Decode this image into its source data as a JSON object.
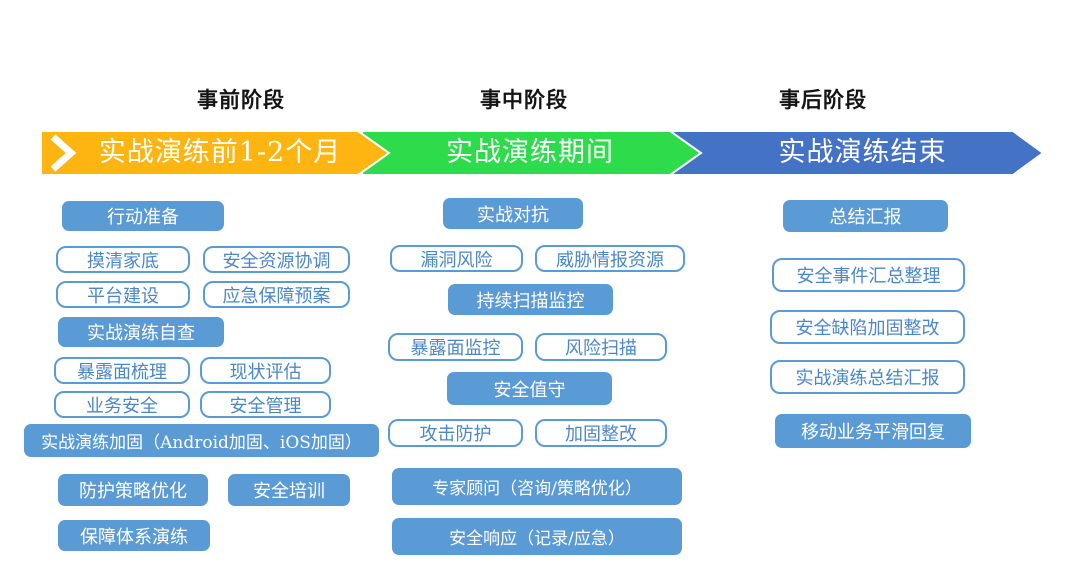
{
  "phases": [
    {
      "heading": "事前阶段",
      "banner_label": "实战演练前1-2个月",
      "banner_color": "#FFB511"
    },
    {
      "heading": "事中阶段",
      "banner_label": "实战演练期间",
      "banner_color": "#2EDB4B"
    },
    {
      "heading": "事后阶段",
      "banner_label": "实战演练结束",
      "banner_color": "#4472C4"
    }
  ],
  "colors": {
    "background": "#FFFFFF",
    "solid_box_fill": "#5B9BD5",
    "solid_box_text": "#FFFFFF",
    "outline_box_border": "#5B9BD5",
    "outline_box_text": "#4B87C8",
    "banner_text": "#FFFFFF",
    "heading_text": "#141414",
    "banner_divider": "#FFFFFF"
  },
  "icons": {
    "leading_chevron": "white right-pointing chevron at start of first banner"
  },
  "boxes": {
    "pre": [
      {
        "label": "行动准备",
        "style": "solid"
      },
      {
        "label": "摸清家底",
        "style": "outline"
      },
      {
        "label": "安全资源协调",
        "style": "outline"
      },
      {
        "label": "平台建设",
        "style": "outline"
      },
      {
        "label": "应急保障预案",
        "style": "outline"
      },
      {
        "label": "实战演练自查",
        "style": "solid"
      },
      {
        "label": "暴露面梳理",
        "style": "outline"
      },
      {
        "label": "现状评估",
        "style": "outline"
      },
      {
        "label": "业务安全",
        "style": "outline"
      },
      {
        "label": "安全管理",
        "style": "outline"
      },
      {
        "label": "实战演练加固（Android加固、iOS加固）",
        "style": "solid"
      },
      {
        "label": "防护策略优化",
        "style": "solid"
      },
      {
        "label": "安全培训",
        "style": "solid"
      },
      {
        "label": "保障体系演练",
        "style": "solid"
      }
    ],
    "during": [
      {
        "label": "实战对抗",
        "style": "solid"
      },
      {
        "label": "漏洞风险",
        "style": "outline"
      },
      {
        "label": "威胁情报资源",
        "style": "outline"
      },
      {
        "label": "持续扫描监控",
        "style": "solid"
      },
      {
        "label": "暴露面监控",
        "style": "outline"
      },
      {
        "label": "风险扫描",
        "style": "outline"
      },
      {
        "label": "安全值守",
        "style": "solid"
      },
      {
        "label": "攻击防护",
        "style": "outline"
      },
      {
        "label": "加固整改",
        "style": "outline"
      },
      {
        "label": "专家顾问（咨询/策略优化）",
        "style": "solid"
      },
      {
        "label": "安全响应（记录/应急）",
        "style": "solid"
      }
    ],
    "post": [
      {
        "label": "总结汇报",
        "style": "solid"
      },
      {
        "label": "安全事件汇总整理",
        "style": "outline"
      },
      {
        "label": "安全缺陷加固整改",
        "style": "outline"
      },
      {
        "label": "实战演练总结汇报",
        "style": "outline"
      },
      {
        "label": "移动业务平滑回复",
        "style": "solid"
      }
    ]
  }
}
